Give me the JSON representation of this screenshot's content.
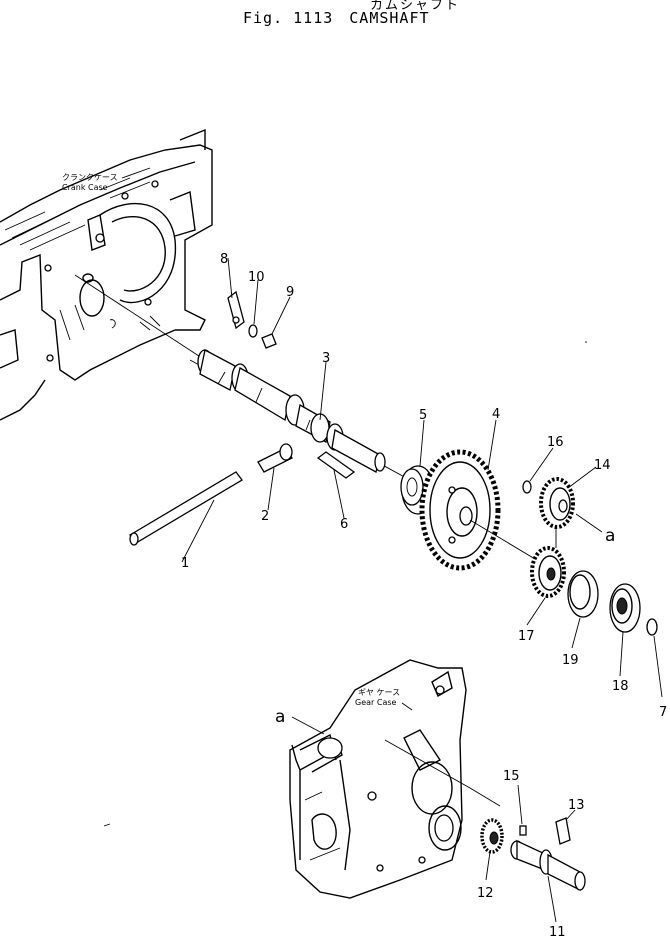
{
  "figure": {
    "title_jp": "カムシャフト",
    "fig_label": "Fig. 1113",
    "title": "CAMSHAFT"
  },
  "labels": {
    "crank_case_jp": "クランクケース",
    "crank_case": "Crank Case",
    "gear_case_jp": "ギヤ ケース",
    "gear_case": "Gear Case",
    "ref_a_top": "a",
    "ref_a_bottom": "a"
  },
  "part_numbers": {
    "p1": "1",
    "p2": "2",
    "p3": "3",
    "p4": "4",
    "p5": "5",
    "p6": "6",
    "p7": "7",
    "p8": "8",
    "p9": "9",
    "p10": "10",
    "p11": "11",
    "p12": "12",
    "p13": "13",
    "p14": "14",
    "p15": "15",
    "p16": "16",
    "p17": "17",
    "p18": "18",
    "p19": "19"
  }
}
